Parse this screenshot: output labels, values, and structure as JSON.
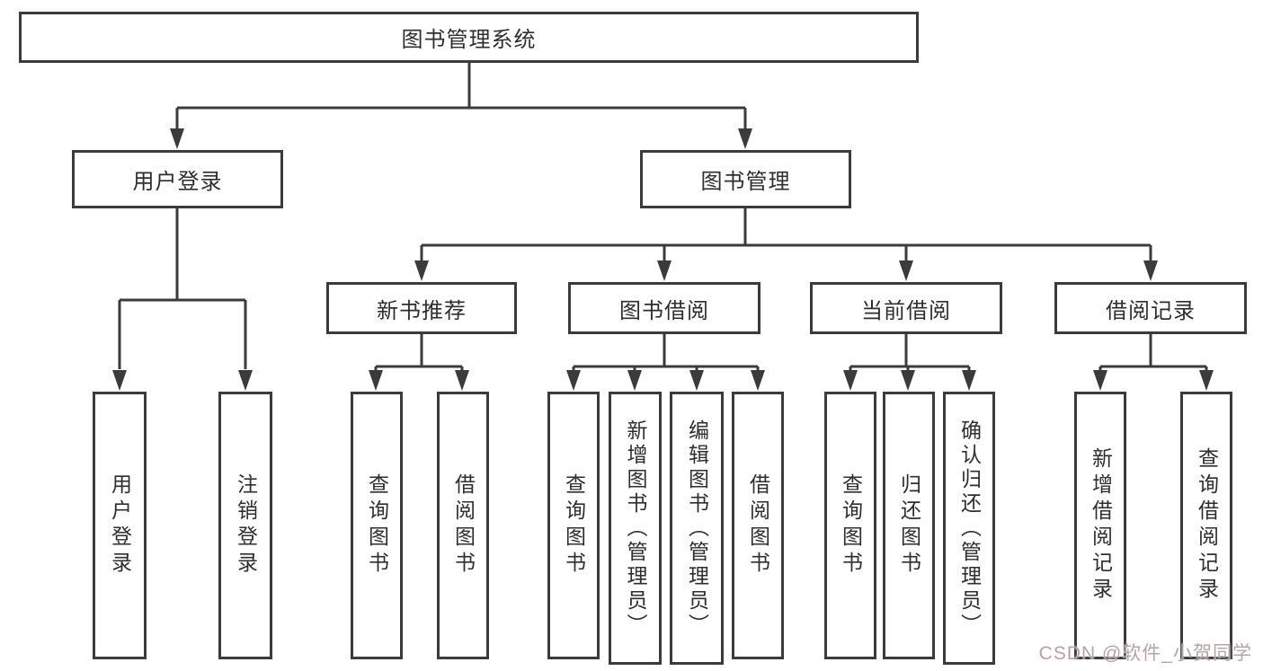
{
  "diagram": {
    "colors": {
      "line": "#3b3b3d",
      "text": "#2e2e30",
      "background": "#ffffff",
      "watermark": "#b29e9e"
    },
    "watermark": {
      "text": "CSDN @软件_小贺同学"
    },
    "tree": {
      "root": {
        "label": "图书管理系统",
        "children": [
          {
            "label": "用户登录",
            "children": [
              {
                "label": "用户登录"
              },
              {
                "label": "注销登录"
              }
            ]
          },
          {
            "label": "图书管理",
            "children": [
              {
                "label": "新书推荐",
                "children": [
                  {
                    "label": "查询图书"
                  },
                  {
                    "label": "借阅图书"
                  }
                ]
              },
              {
                "label": "图书借阅",
                "children": [
                  {
                    "label": "查询图书"
                  },
                  {
                    "label": "新增图书（管理员）"
                  },
                  {
                    "label": "编辑图书（管理员）"
                  },
                  {
                    "label": "借阅图书"
                  }
                ]
              },
              {
                "label": "当前借阅",
                "children": [
                  {
                    "label": "查询图书"
                  },
                  {
                    "label": "归还图书"
                  },
                  {
                    "label": "确认归还（管理员）"
                  }
                ]
              },
              {
                "label": "借阅记录",
                "children": [
                  {
                    "label": "新增借阅记录"
                  },
                  {
                    "label": "查询借阅记录"
                  }
                ]
              }
            ]
          }
        ]
      }
    }
  }
}
